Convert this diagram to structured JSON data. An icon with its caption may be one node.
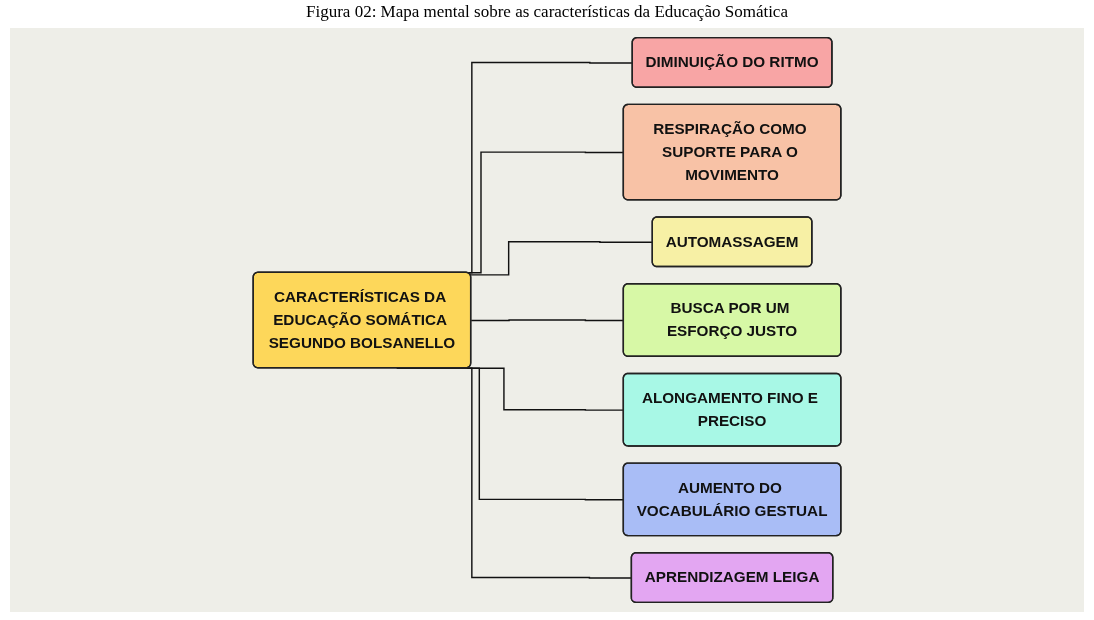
{
  "diagram": {
    "title": "Figura 02: Mapa mental sobre as características da Educação Somática",
    "nodes": [
      {
        "text": [
          "CARACTERÍSTICAS DA EDUCAÇÃO SOMÁTICA SEGUNDO BOLSANELLO"
        ]
      },
      {
        "text": [
          "DIMINUIÇÃO DO RITMO"
        ]
      },
      {
        "text": [
          "RESPIRAÇÃO COMO SUPORTE PARA O MOVIMENTO"
        ]
      },
      {
        "text": [
          "AUTOMASSAGEM"
        ]
      },
      {
        "text": [
          "BUSCA POR UM ESFORÇO JUSTO"
        ]
      },
      {
        "text": [
          "ALONGAMENTO FINO E PRECISO"
        ]
      },
      {
        "text": [
          "AUMENTO DO VOCABULÁRIO GESTUAL"
        ]
      },
      {
        "text": [
          "APRENDIZAGEM LEIGA"
        ]
      }
    ],
    "edges": [
      {
        "from": 0,
        "to": 1,
        "arrow": "none"
      },
      {
        "from": 0,
        "to": 2,
        "arrow": "none"
      },
      {
        "from": 0,
        "to": 3,
        "arrow": "none"
      },
      {
        "from": 0,
        "to": 4,
        "arrow": "none"
      },
      {
        "from": 0,
        "to": 5,
        "arrow": "none"
      },
      {
        "from": 0,
        "to": 6,
        "arrow": "none"
      },
      {
        "from": 0,
        "to": 7,
        "arrow": "none"
      }
    ]
  }
}
